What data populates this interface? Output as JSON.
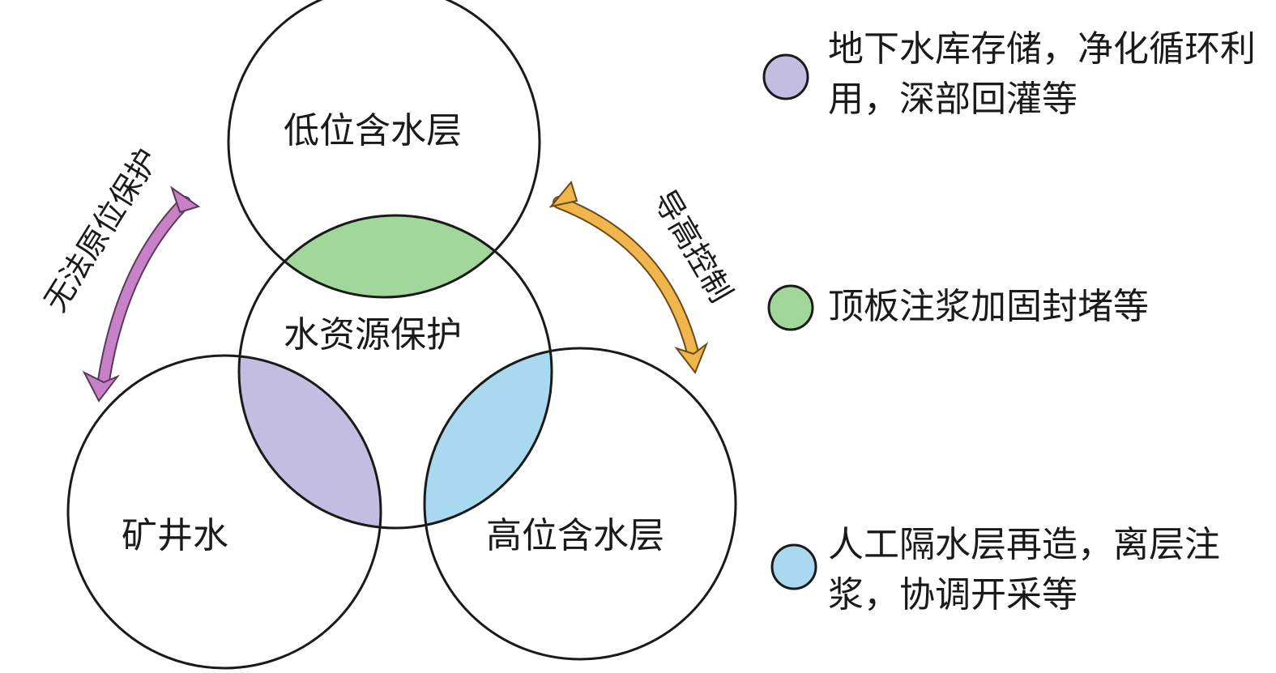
{
  "circles": {
    "top": "低位含水层",
    "middle": "水资源保护",
    "left": "矿井水",
    "right": "高位含水层"
  },
  "arrows": {
    "left_label": "无法原位保护",
    "right_label": "导高控制"
  },
  "legend": [
    {
      "text": "地下水库存储，净化循环利用，深部回灌等",
      "color": "#c3bde2"
    },
    {
      "text": "顶板注浆加固封堵等",
      "color": "#a2d79b"
    },
    {
      "text": "人工隔水层再造，离层注浆，协调开采等",
      "color": "#a8d9ee"
    }
  ],
  "colors": {
    "left_arrow": "#c880c6",
    "right_arrow": "#f0b64c"
  }
}
